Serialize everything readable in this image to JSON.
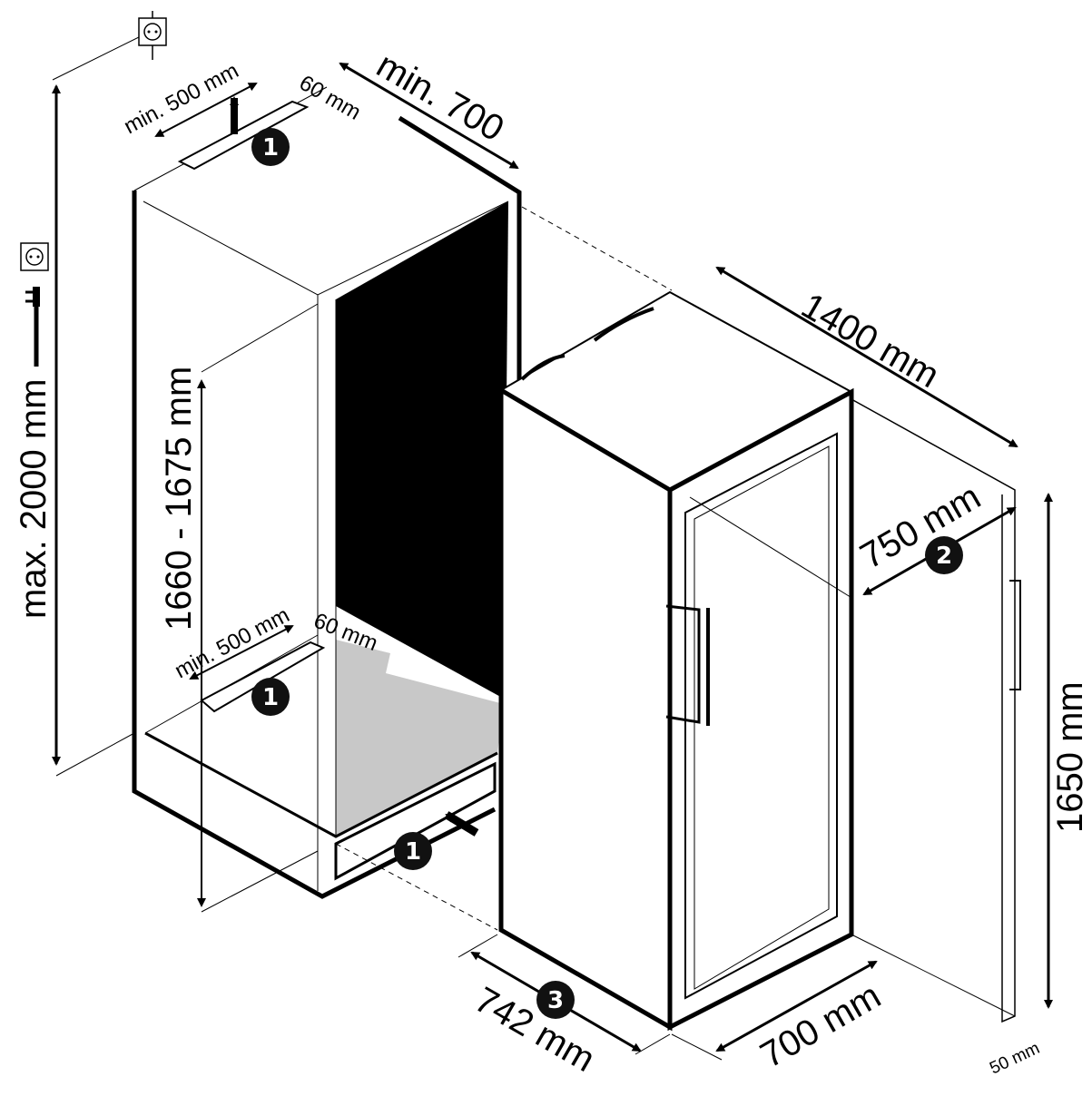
{
  "labels": {
    "max_height": "max. 2000 mm",
    "min_depth_top": "min. 700",
    "top_vent_width": "min. 500 mm",
    "top_vent_gap": "60 mm",
    "niche_height": "1660 - 1675 mm",
    "bottom_vent_width": "min. 500 mm",
    "bottom_vent_gap": "60 mm",
    "door_open_width": "1400 mm",
    "door_swing": "750 mm",
    "appliance_height": "1650 mm",
    "depth": "742 mm",
    "width": "700 mm",
    "door_thickness": "50 mm"
  },
  "badges": {
    "vent": "1",
    "door": "2",
    "depth": "3"
  },
  "icons": {
    "socket": "socket-icon",
    "plug": "plug-icon"
  },
  "colors": {
    "line": "#000000",
    "niche_back": "#000000",
    "niche_floor": "#c8c8c8",
    "badge": "#111111"
  }
}
